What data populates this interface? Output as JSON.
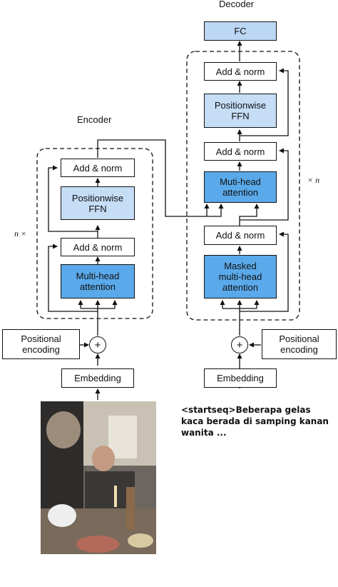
{
  "encoder": {
    "title": "Encoder",
    "repeat": "n ×",
    "add_norm_top": "Add & norm",
    "ffn": "Positionwise\nFFN",
    "add_norm_bottom": "Add & norm",
    "attention": "Multi-head\nattention"
  },
  "decoder": {
    "title": "Decoder",
    "fc": "FC",
    "repeat": "× n",
    "add_norm_top": "Add & norm",
    "ffn": "Positionwise\nFFN",
    "add_norm_mid": "Add & norm",
    "attention": "Muti-head\nattention",
    "add_norm_bottom": "Add & norm",
    "masked_attention": "Masked\nmulti-head\nattention"
  },
  "inputs": {
    "pos_encoding_left": "Positional\nencoding",
    "pos_encoding_right": "Positional\nencoding",
    "embedding_left": "Embedding",
    "embedding_right": "Embedding",
    "plus_left": "+",
    "plus_right": "+",
    "caption_input": "<startseq>Beberapa gelas kaca berada di samping kanan wanita ..."
  },
  "colors": {
    "light_block": "#c6ddf6",
    "dark_block": "#5aa9ea",
    "fc_block": "#bcd7f4"
  }
}
